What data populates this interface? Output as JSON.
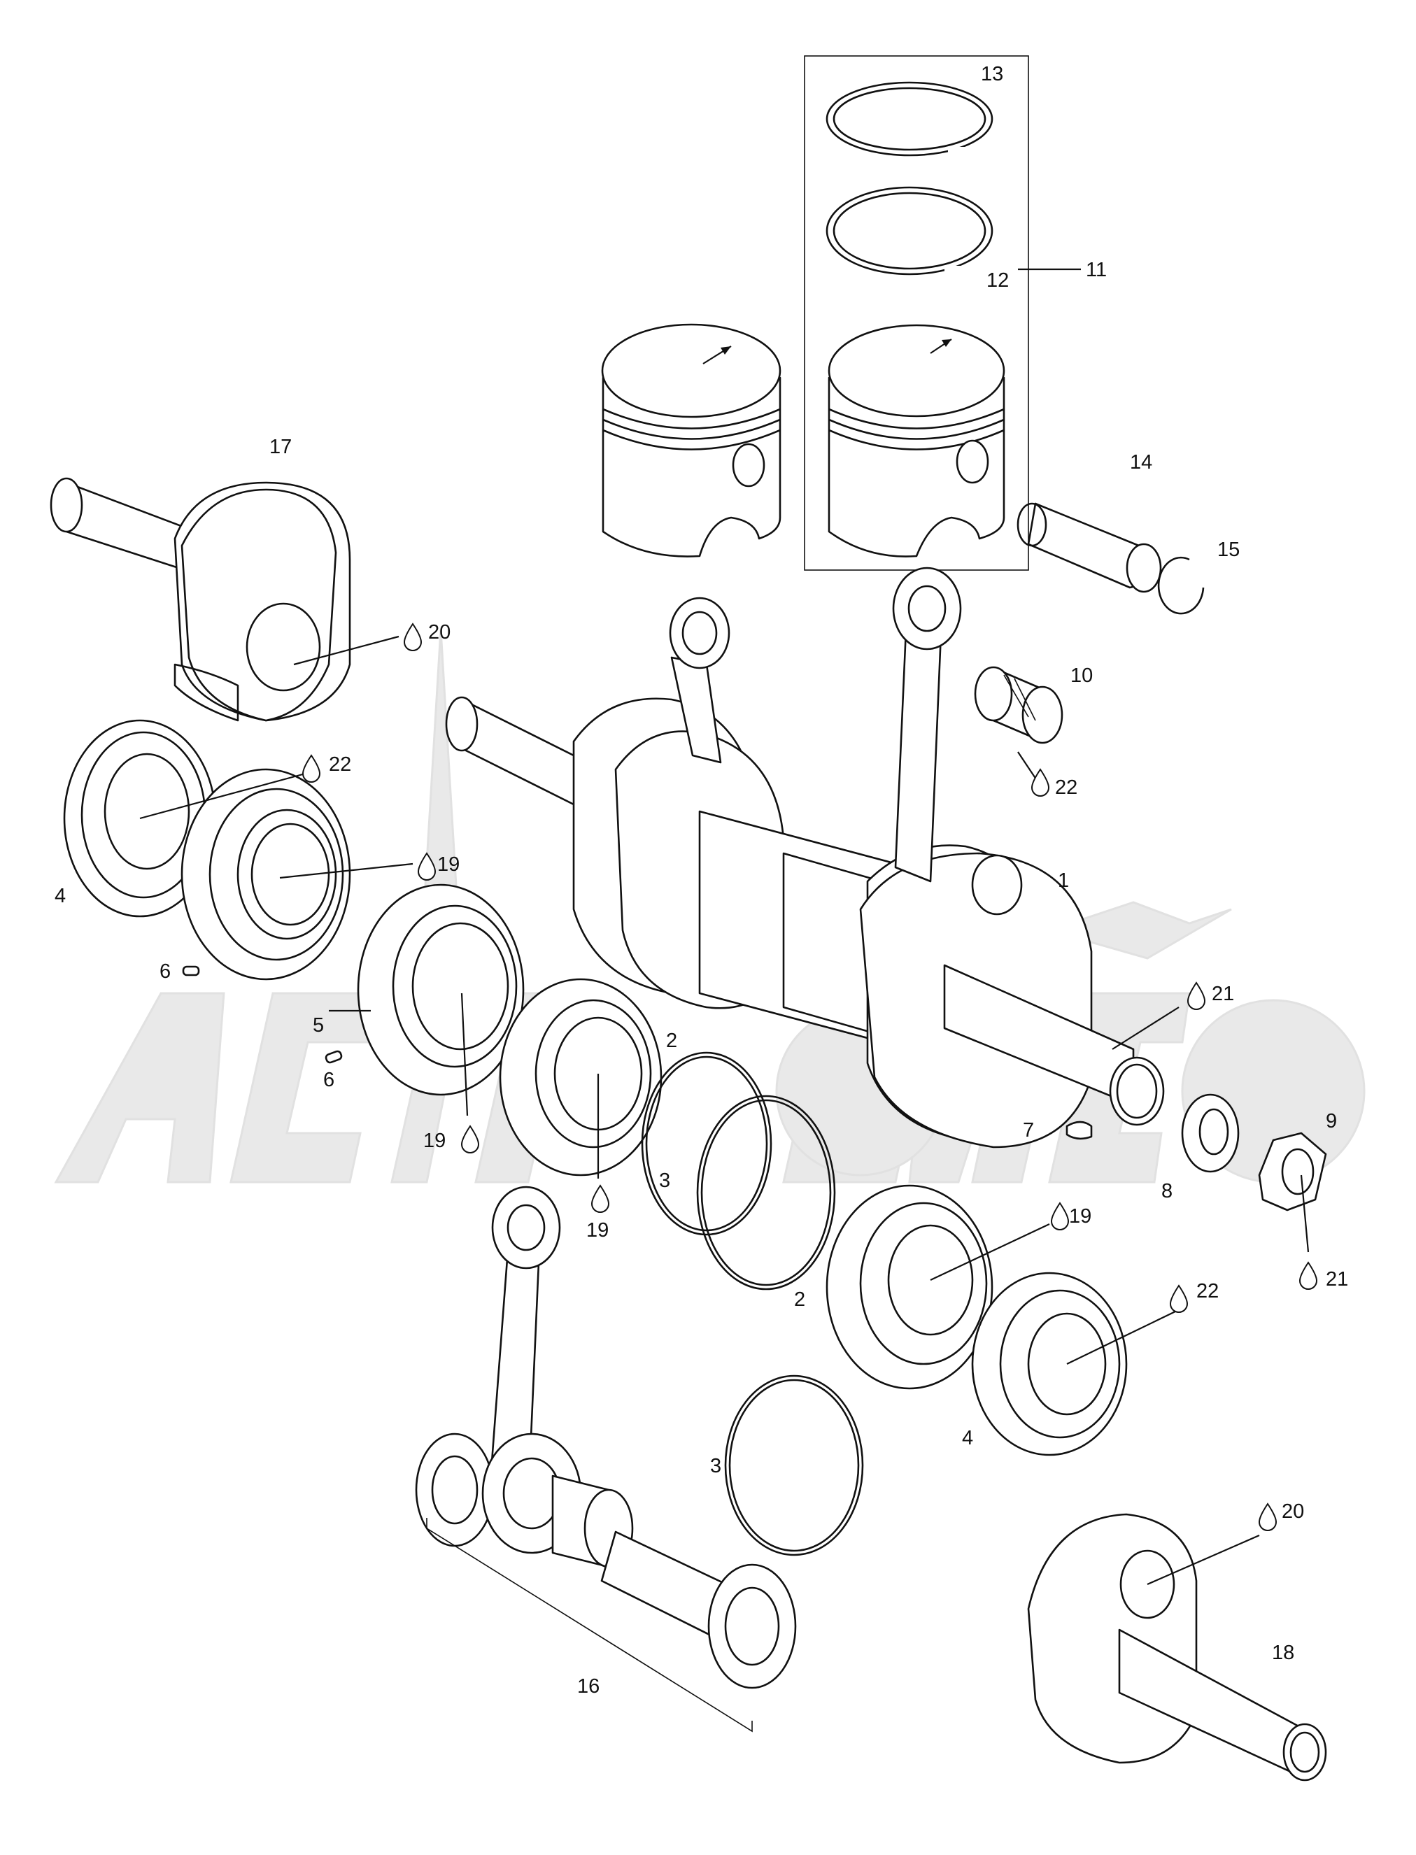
{
  "diagram": {
    "watermark_text": "ACTIVMOTO",
    "callouts": [
      {
        "id": "c1",
        "text": "1"
      },
      {
        "id": "c2a",
        "text": "2"
      },
      {
        "id": "c2b",
        "text": "2"
      },
      {
        "id": "c3a",
        "text": "3"
      },
      {
        "id": "c3b",
        "text": "3"
      },
      {
        "id": "c4a",
        "text": "4"
      },
      {
        "id": "c4b",
        "text": "4"
      },
      {
        "id": "c5",
        "text": "5"
      },
      {
        "id": "c6a",
        "text": "6"
      },
      {
        "id": "c6b",
        "text": "6"
      },
      {
        "id": "c7",
        "text": "7"
      },
      {
        "id": "c8",
        "text": "8"
      },
      {
        "id": "c9",
        "text": "9"
      },
      {
        "id": "c10",
        "text": "10"
      },
      {
        "id": "c11",
        "text": "11"
      },
      {
        "id": "c12",
        "text": "12"
      },
      {
        "id": "c13",
        "text": "13"
      },
      {
        "id": "c14",
        "text": "14"
      },
      {
        "id": "c15",
        "text": "15"
      },
      {
        "id": "c16",
        "text": "16"
      },
      {
        "id": "c17",
        "text": "17"
      },
      {
        "id": "c18",
        "text": "18"
      },
      {
        "id": "c19a",
        "text": "19"
      },
      {
        "id": "c19b",
        "text": "19"
      },
      {
        "id": "c19c",
        "text": "19"
      },
      {
        "id": "c19d",
        "text": "19"
      },
      {
        "id": "c20a",
        "text": "20"
      },
      {
        "id": "c20b",
        "text": "20"
      },
      {
        "id": "c21a",
        "text": "21"
      },
      {
        "id": "c21b",
        "text": "21"
      },
      {
        "id": "c22a",
        "text": "22"
      },
      {
        "id": "c22b",
        "text": "22"
      },
      {
        "id": "c22c",
        "text": "22"
      }
    ],
    "lubricant_icon": "oil-drop-icon"
  }
}
